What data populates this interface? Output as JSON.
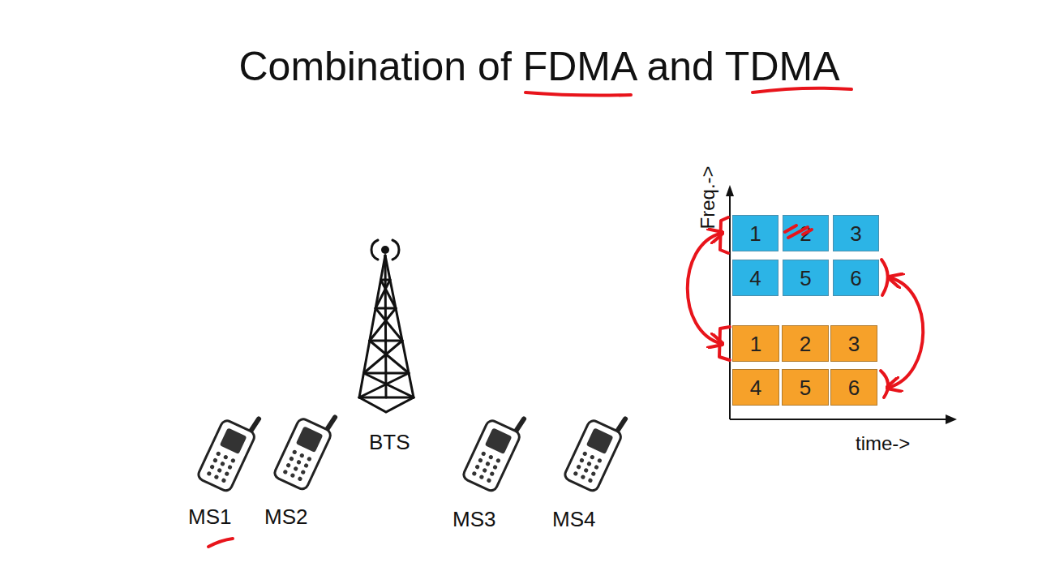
{
  "diagram": {
    "title": "Combination of FDMA and TDMA",
    "nodes": [
      {
        "text": [
          "1"
        ]
      },
      {
        "text": [
          "2"
        ]
      },
      {
        "text": [
          "3"
        ]
      },
      {
        "text": [
          "4"
        ]
      },
      {
        "text": [
          "5"
        ]
      },
      {
        "text": [
          "6"
        ]
      },
      {
        "text": [
          "1"
        ]
      },
      {
        "text": [
          "2"
        ]
      },
      {
        "text": [
          "3"
        ]
      },
      {
        "text": [
          "4"
        ]
      },
      {
        "text": [
          "5"
        ]
      },
      {
        "text": [
          "6"
        ]
      }
    ],
    "edges": [
      {
        "from": 0,
        "to": 6,
        "arrow": "both"
      },
      {
        "from": 5,
        "to": 11,
        "arrow": "both"
      }
    ],
    "labels": [
      "Freq.->",
      "time->",
      "BTS",
      "MS1",
      "MS2",
      "MS3",
      "MS4"
    ]
  }
}
